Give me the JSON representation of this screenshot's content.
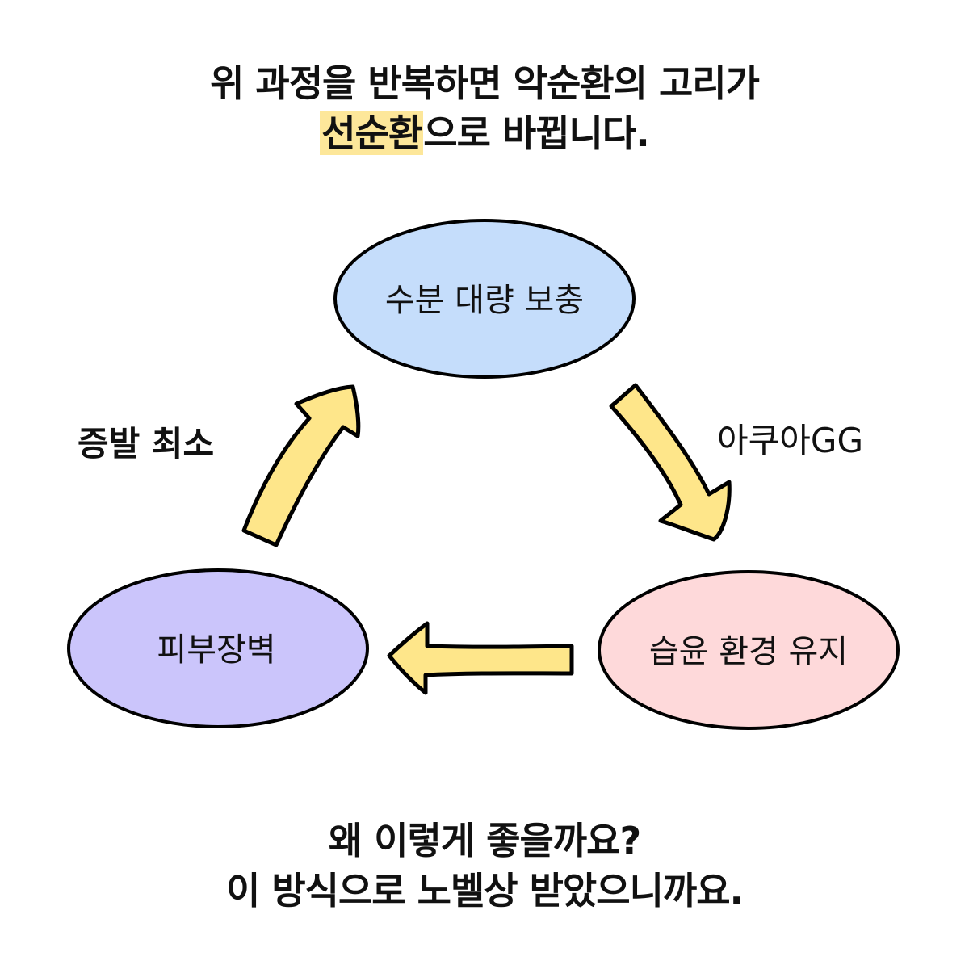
{
  "heading": {
    "line1": "위 과정을 반복하면 악순환의 고리가",
    "line2_highlight": "선순환",
    "line2_rest": "으로 바뀝니다."
  },
  "nodes": {
    "top": {
      "label": "수분 대량 보충",
      "fill": "#c5ddfb"
    },
    "right": {
      "label": "습윤 환경 유지",
      "fill": "#fed9da"
    },
    "left": {
      "label": "피부장벽",
      "fill": "#cbc5fb"
    }
  },
  "edges": {
    "top_to_right": {
      "label": "아쿠아GG",
      "direction": "down-right"
    },
    "right_to_left": {
      "label": "",
      "direction": "left"
    },
    "left_to_top": {
      "label": "증발 최소",
      "direction": "up-right"
    },
    "arrow_fill": "#fee68a"
  },
  "footer": {
    "line1": "왜 이렇게 좋을까요?",
    "line2": "이 방식으로 노벨상 받았으니까요."
  },
  "colors": {
    "highlight": "#fde79a",
    "stroke": "#000000"
  }
}
